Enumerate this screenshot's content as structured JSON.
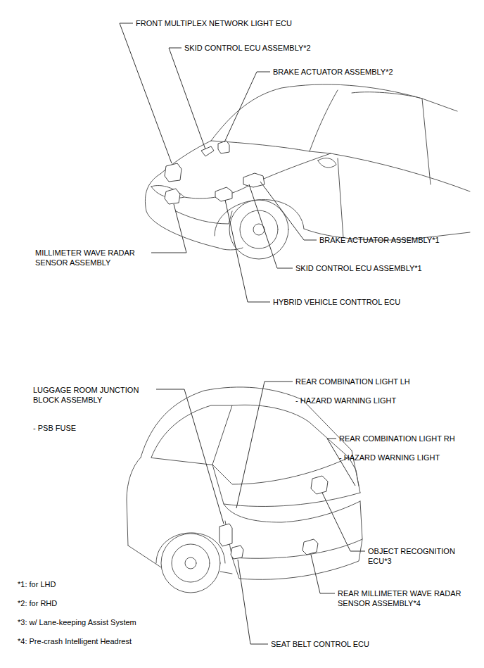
{
  "diagram": {
    "labels": [
      "FRONT MULTIPLEX NETWORK LIGHT ECU",
      "SKID CONTROL ECU ASSEMBLY*2",
      "BRAKE ACTUATOR ASSEMBLY*2",
      "MILLIMETER WAVE RADAR SENSOR ASSEMBLY",
      "BRAKE ACTUATOR ASSEMBLY*1",
      "SKID CONTROL ECU ASSEMBLY*1",
      "HYBRID VEHICLE CONTTROL ECU",
      "LUGGAGE ROOM JUNCTION BLOCK ASSEMBLY",
      "- PSB FUSE",
      "REAR COMBINATION LIGHT LH",
      "- HAZARD WARNING LIGHT",
      "REAR COMBINATION LIGHT RH",
      "- HAZARD WARNING LIGHT",
      "OBJECT RECOGNITION ECU*3",
      "REAR MILLIMETER WAVE RADAR SENSOR ASSEMBLY*4",
      "SEAT BELT CONTROL ECU",
      "*1: for LHD",
      "*2: for RHD",
      "*3: w/ Lane-keeping Assist System",
      "*4: Pre-crash Intelligent Headrest"
    ]
  }
}
